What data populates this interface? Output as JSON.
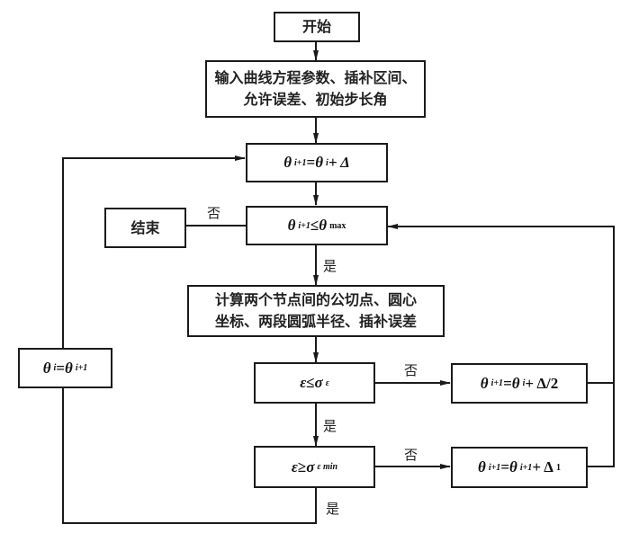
{
  "diagram": {
    "type": "flowchart",
    "nodes": {
      "start": {
        "label": "开始"
      },
      "input": {
        "line1": "输入曲线方程参数、插补区间、",
        "line2": "允许误差、初始步长角"
      },
      "update": {
        "theta": "θ",
        "sub1": "i+1",
        "eq": "= ",
        "theta2": "θ",
        "sub2": "i",
        "rest": " + Δ"
      },
      "check_max": {
        "theta": "θ",
        "sub1": "i+1",
        "op": " ≤ ",
        "theta2": "θ",
        "sub2": "max"
      },
      "end": {
        "label": "结束"
      },
      "compute": {
        "line1": "计算两个节点间的公切点、圆心",
        "line2": "坐标、两段圆弧半径、插补误差"
      },
      "eps_check": {
        "eps": "ε",
        "op": " ≤ ",
        "sigma": "σ",
        "sub": "ε"
      },
      "half_step": {
        "theta": "θ",
        "sub1": "i+1",
        "eq": "= ",
        "theta2": "θ",
        "sub2": "i",
        "rest": " + Δ/2"
      },
      "eps_min_check": {
        "eps": "ε",
        "op": " ≥ ",
        "sigma": "σ",
        "sub": "ε min"
      },
      "add_delta1": {
        "theta": "θ",
        "sub1": "i+1",
        "eq": "= ",
        "theta2": "θ",
        "sub2": "i+1",
        "rest": " + Δ",
        "sub3": "1"
      },
      "assign": {
        "theta": "θ",
        "sub1": "i",
        "eq": " = ",
        "theta2": "θ",
        "sub2": "i+1"
      }
    },
    "edge_labels": {
      "no_end": "否",
      "yes_compute": "是",
      "no_half": "否",
      "yes_min": "是",
      "no_delta1": "否",
      "yes_loop": "是"
    }
  }
}
